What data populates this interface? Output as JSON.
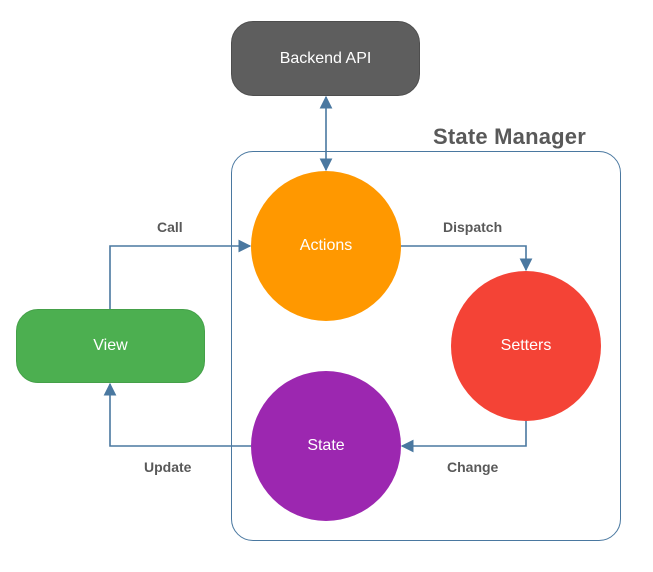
{
  "nodes": {
    "backend": "Backend API",
    "view": "View",
    "actions": "Actions",
    "setters": "Setters",
    "state": "State"
  },
  "container": {
    "title": "State Manager"
  },
  "edges": {
    "call": "Call",
    "dispatch": "Dispatch",
    "change": "Change",
    "update": "Update"
  },
  "colors": {
    "backend": "#5e5e5e",
    "view": "#4caf50",
    "actions": "#ff9800",
    "setters": "#f44336",
    "state": "#9c27b0",
    "connector": "#4a78a0"
  }
}
